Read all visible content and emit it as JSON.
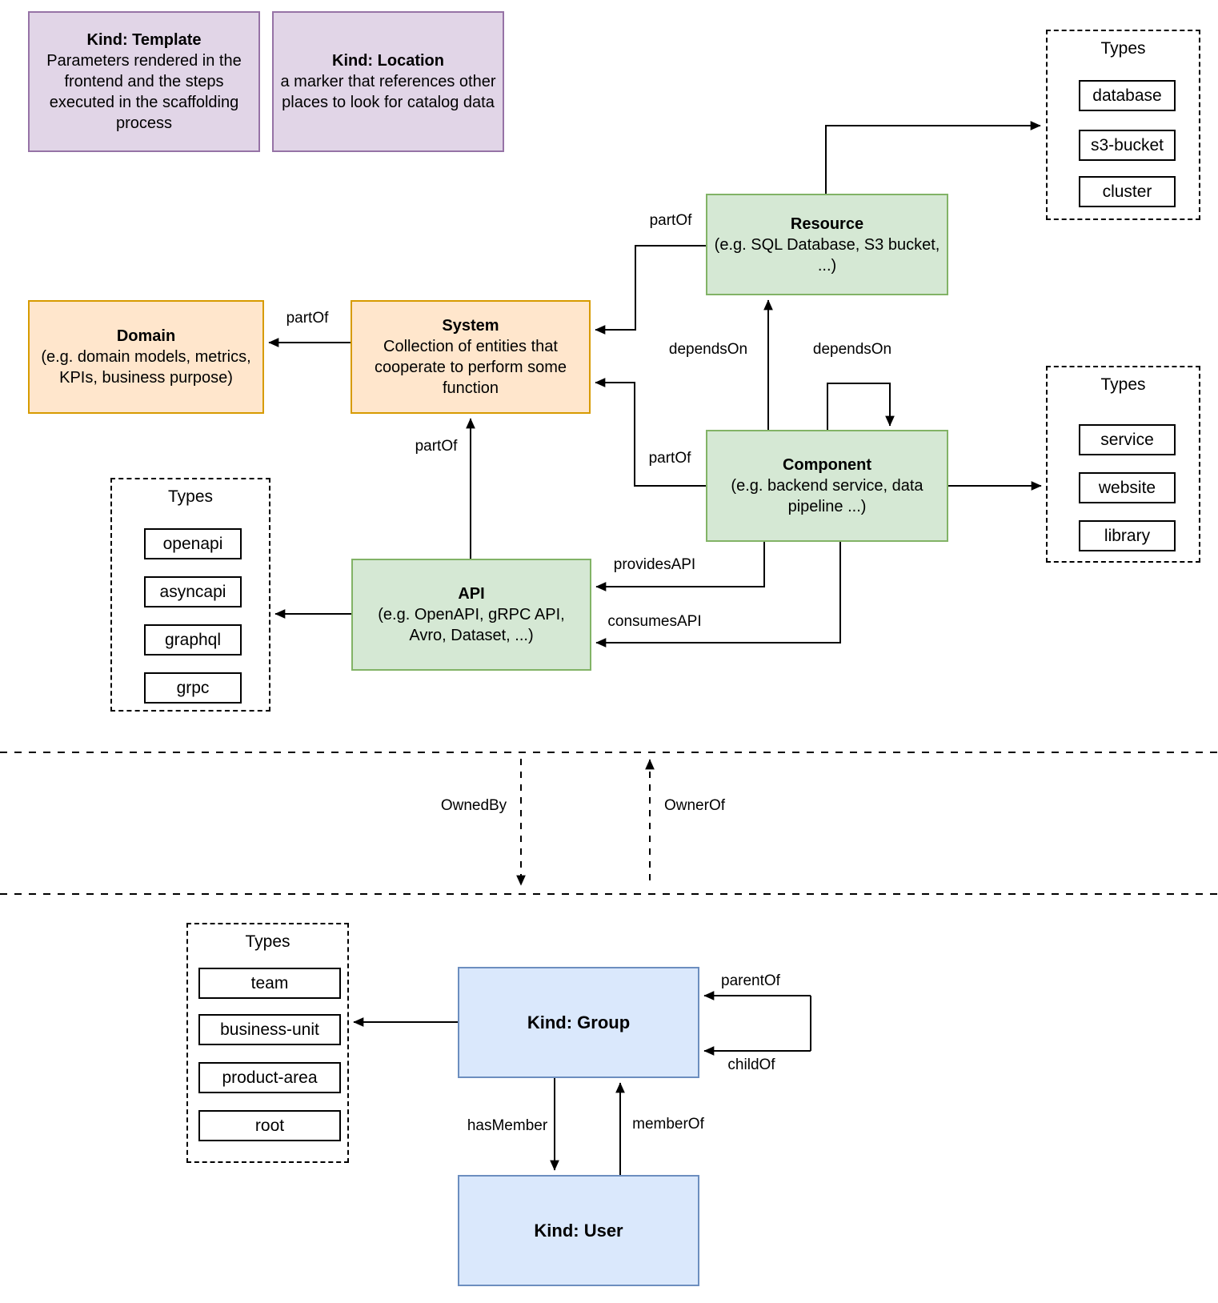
{
  "nodes": {
    "template": {
      "title": "Kind: Template",
      "desc": "Parameters rendered in the frontend and the steps executed in  the scaffolding process"
    },
    "location": {
      "title": "Kind: Location",
      "desc": "a marker that references other places to look for catalog data"
    },
    "resource": {
      "title": "Resource",
      "desc": "(e.g. SQL Database, S3 bucket, ...)"
    },
    "domain": {
      "title": "Domain",
      "desc": "(e.g.  domain models, metrics, KPIs, business purpose)"
    },
    "system": {
      "title": "System",
      "desc": "Collection of entities that cooperate to perform some function"
    },
    "component": {
      "title": "Component",
      "desc": "(e.g. backend service, data pipeline ...)"
    },
    "api": {
      "title": "API",
      "desc": "(e.g. OpenAPI, gRPC API, Avro, Dataset, ...)"
    },
    "group": {
      "title": "Kind: Group"
    },
    "user": {
      "title": "Kind: User"
    }
  },
  "type_panels": {
    "resource_types": {
      "title": "Types",
      "items": [
        "database",
        "s3-bucket",
        "cluster"
      ]
    },
    "component_types": {
      "title": "Types",
      "items": [
        "service",
        "website",
        "library"
      ]
    },
    "api_types": {
      "title": "Types",
      "items": [
        "openapi",
        "asyncapi",
        "graphql",
        "grpc"
      ]
    },
    "group_types": {
      "title": "Types",
      "items": [
        "team",
        "business-unit",
        "product-area",
        "root"
      ]
    }
  },
  "edge_labels": {
    "partof_resource_system": "partOf",
    "partof_system_domain": "partOf",
    "partof_component_system": "partOf",
    "partof_api_system": "partOf",
    "dependson_resource": "dependsOn",
    "dependson_self": "dependsOn",
    "providesapi": "providesAPI",
    "consumesapi": "consumesAPI",
    "ownedby": "OwnedBy",
    "ownerof": "OwnerOf",
    "parentof": "parentOf",
    "childof": "childOf",
    "hasmember": "hasMember",
    "memberof": "memberOf"
  },
  "colors": {
    "purple_fill": "#e1d5e7",
    "purple_border": "#9673a6",
    "green_fill": "#d5e8d4",
    "green_border": "#82b366",
    "orange_fill": "#ffe6cc",
    "orange_border": "#d79b00",
    "blue_fill": "#dae8fc",
    "blue_border": "#6c8ebf",
    "line": "#000000"
  }
}
